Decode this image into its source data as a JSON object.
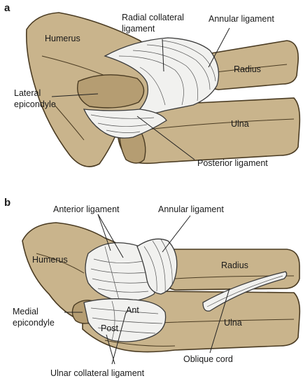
{
  "panel_a": {
    "letter": "a",
    "labels": {
      "humerus": "Humerus",
      "radial_collateral": [
        "Radial collateral",
        "ligament"
      ],
      "annular": "Annular ligament",
      "radius": "Radius",
      "lateral_epicondyle": [
        "Lateral",
        "epicondyle"
      ],
      "ulna": "Ulna",
      "posterior": "Posterior ligament"
    }
  },
  "panel_b": {
    "letter": "b",
    "labels": {
      "anterior": "Anterior ligament",
      "annular": "Annular ligament",
      "humerus": "Humerus",
      "radius": "Radius",
      "medial_epicondyle": [
        "Medial",
        "epicondyle"
      ],
      "ant": "Ant",
      "post": "Post",
      "ulna": "Ulna",
      "oblique": "Oblique cord",
      "ulnar_collateral": "Ulnar collateral ligament"
    }
  },
  "colors": {
    "bone": "#c9b48c",
    "bone_outline": "#4a3b22",
    "ligament": "#f1f1ef"
  }
}
